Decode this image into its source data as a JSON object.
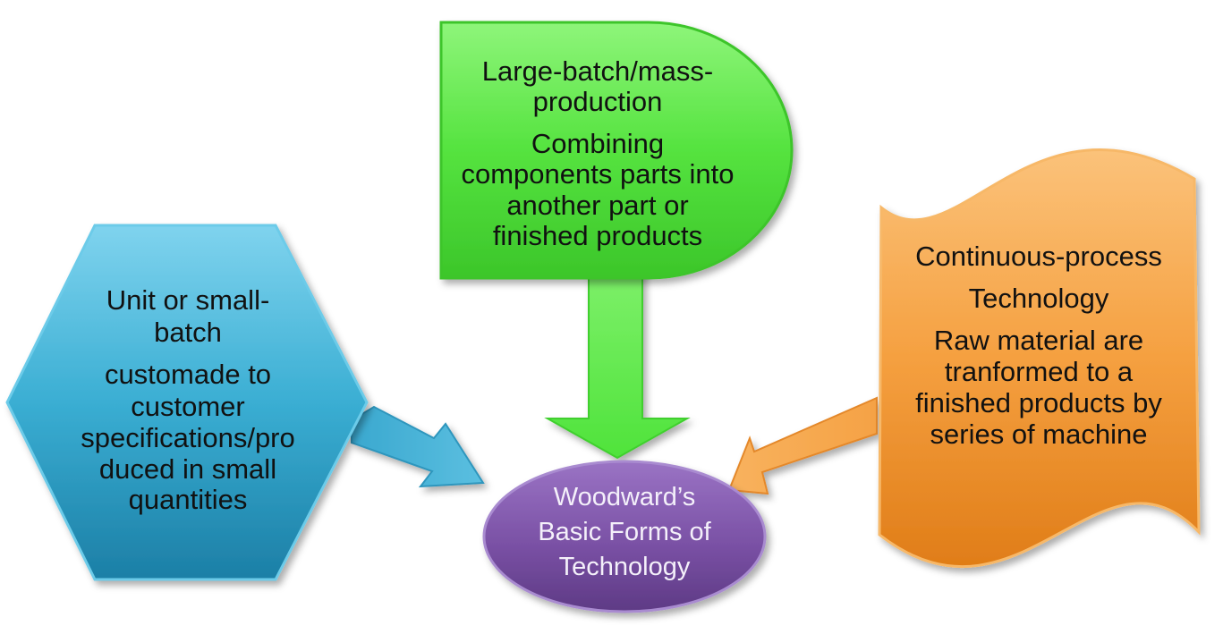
{
  "diagram": {
    "center": {
      "lines": [
        "Woodward’s",
        "Basic Forms of",
        "Technology"
      ],
      "color": "#7e56a8"
    },
    "unit_batch": {
      "title_lines": [
        "Unit or small-",
        "batch"
      ],
      "desc_lines": [
        "customade to",
        "customer",
        "specifications/pro",
        "duced in small",
        "quantities"
      ],
      "color": "#35a9cf"
    },
    "mass_production": {
      "title_lines": [
        "Large-batch/mass-",
        "production"
      ],
      "desc_lines": [
        "Combining",
        "components  parts into",
        "another part or",
        "finished products"
      ],
      "color": "#4fe23a"
    },
    "continuous_process": {
      "title_lines": [
        "Continuous-process",
        "Technology"
      ],
      "desc_lines": [
        "Raw material are",
        "tranformed to a",
        "finished products by",
        "series of machine"
      ],
      "color": "#f39a3a"
    }
  }
}
